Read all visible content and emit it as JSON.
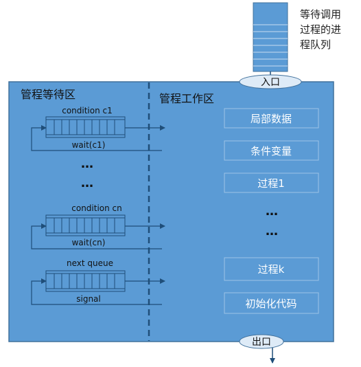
{
  "external_queue": {
    "label_lines": [
      "等待调用",
      "过程的进",
      "程队列"
    ]
  },
  "entry_label": "入口",
  "exit_label": "出口",
  "wait_area_title": "管程等待区",
  "work_area_title": "管程工作区",
  "condition_queues": [
    {
      "name": "condition c1",
      "op": "wait(c1)"
    },
    {
      "name": "condition cn",
      "op": "wait(cn)"
    }
  ],
  "ellipsis": "…",
  "next_queue": {
    "name": "next queue",
    "op": "signal"
  },
  "work_items": {
    "local_data": "局部数据",
    "condition_vars": "条件变量",
    "proc1": "过程1",
    "prock": "过程k",
    "init_code": "初始化代码"
  },
  "colors": {
    "monitor_bg": "#5b9bd5",
    "monitor_border": "#41719c",
    "queue_fill": "#5b9bd5",
    "line": "#1f4e79",
    "oval_fill": "#deebf7"
  }
}
